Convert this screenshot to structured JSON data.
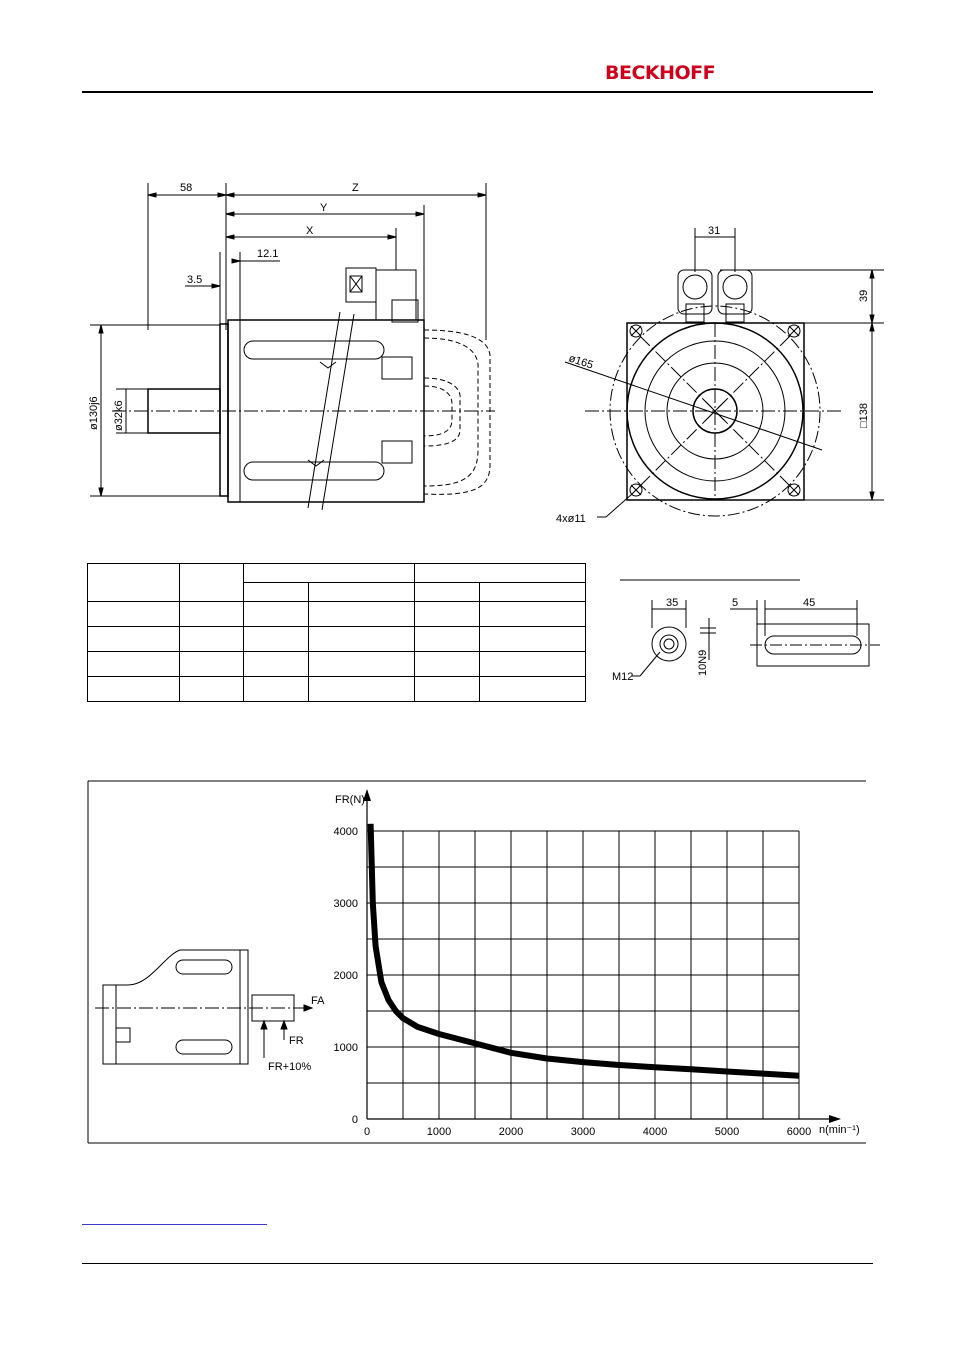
{
  "header": {
    "brand": "BECKHOFF",
    "brand_color": "#d0021b"
  },
  "dimension_drawing": {
    "labels": {
      "d58": "58",
      "z": "Z",
      "y": "Y",
      "x": "X",
      "d12_1": "12.1",
      "d3_5": "3.5",
      "flange": "ø130j6",
      "shaft": "ø32k6",
      "d31": "31",
      "d39": "39",
      "d165": "ø165",
      "d138": "□138",
      "holes": "4xø11"
    }
  },
  "shaft_detail": {
    "labels": {
      "d35": "35",
      "d5": "5",
      "d45": "45",
      "thread": "M12",
      "key": "10N9"
    }
  },
  "spec_table": {
    "rows": 5,
    "columns": 6
  },
  "chart_data": {
    "type": "line",
    "ylabel": "FR(N)",
    "xlabel": "n(min⁻¹)",
    "xlim": [
      0,
      6000
    ],
    "ylim": [
      0,
      4000
    ],
    "x_ticks": [
      "0",
      "1000",
      "2000",
      "3000",
      "4000",
      "5000",
      "6000"
    ],
    "y_ticks": [
      "0",
      "1000",
      "2000",
      "3000",
      "4000"
    ],
    "grid": true,
    "series": [
      {
        "x": [
          50,
          80,
          120,
          200,
          300,
          400,
          500,
          700,
          1000,
          1500,
          2000,
          2500,
          3000,
          3500,
          4000,
          4500,
          5000,
          5500,
          6000
        ],
        "y": [
          4100,
          3000,
          2400,
          1900,
          1650,
          1500,
          1400,
          1280,
          1180,
          1050,
          920,
          840,
          790,
          750,
          720,
          690,
          660,
          630,
          600
        ]
      }
    ],
    "diagram_labels": {
      "fa": "FA",
      "fr": "FR",
      "fr10": "FR+10%"
    }
  }
}
